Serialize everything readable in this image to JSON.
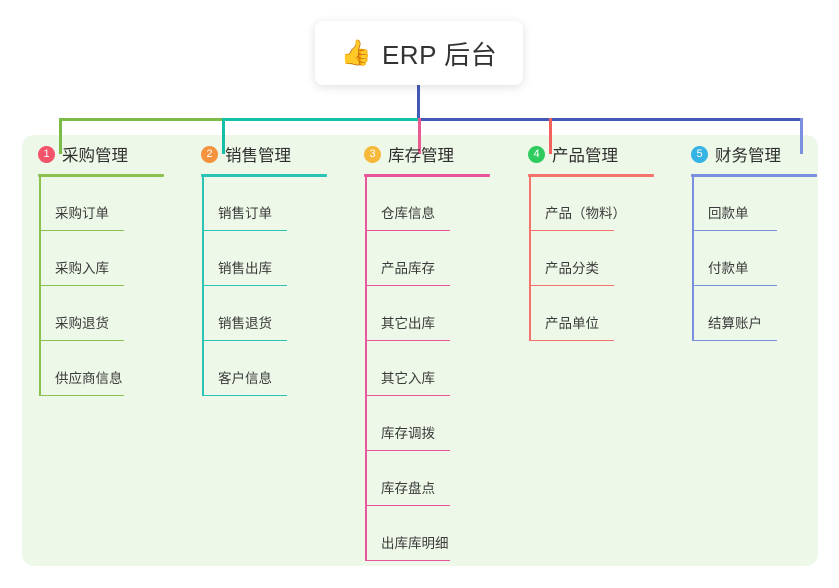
{
  "page": {
    "background_color": "#ffffff",
    "panel_color": "#eef8e8"
  },
  "title": {
    "icon": "thumbs-up-icon",
    "icon_glyph": "👍",
    "text": "ERP 后台"
  },
  "connectors": {
    "stem_color": "#4458b8",
    "bar_segments": [
      {
        "name": "green-segment",
        "color": "#7cbb45"
      },
      {
        "name": "teal-segment",
        "color": "#13bfa6"
      },
      {
        "name": "blue-segment",
        "color": "#4458b8"
      }
    ],
    "drops": [
      {
        "name": "drop-col-1",
        "color": "#7cbb45"
      },
      {
        "name": "drop-col-2",
        "color": "#13bfa6"
      },
      {
        "name": "drop-col-3",
        "color": "#ea5b92"
      },
      {
        "name": "drop-col-4",
        "color": "#f4615c"
      },
      {
        "name": "drop-col-5",
        "color": "#7a8fe0"
      }
    ]
  },
  "columns": [
    {
      "number": "1",
      "title": "采购管理",
      "badge_color": "#f4546a",
      "line_color": "#8cc152",
      "items": [
        {
          "label": "采购订单"
        },
        {
          "label": "采购入库"
        },
        {
          "label": "采购退货"
        },
        {
          "label": "供应商信息"
        }
      ]
    },
    {
      "number": "2",
      "title": "销售管理",
      "badge_color": "#f5923e",
      "line_color": "#2bc4b4",
      "items": [
        {
          "label": "销售订单"
        },
        {
          "label": "销售出库"
        },
        {
          "label": "销售退货"
        },
        {
          "label": "客户信息"
        }
      ]
    },
    {
      "number": "3",
      "title": "库存管理",
      "badge_color": "#f6b93b",
      "line_color": "#e8559a",
      "items": [
        {
          "label": "仓库信息"
        },
        {
          "label": "产品库存"
        },
        {
          "label": "其它出库"
        },
        {
          "label": "其它入库"
        },
        {
          "label": "库存调拨"
        },
        {
          "label": "库存盘点"
        },
        {
          "label": "出库库明细"
        }
      ]
    },
    {
      "number": "4",
      "title": "产品管理",
      "badge_color": "#2ecc5e",
      "line_color": "#f4736c",
      "items": [
        {
          "label": "产品（物料）"
        },
        {
          "label": "产品分类"
        },
        {
          "label": "产品单位"
        }
      ]
    },
    {
      "number": "5",
      "title": "财务管理",
      "badge_color": "#34b3e4",
      "line_color": "#7a8fe0",
      "items": [
        {
          "label": "回款单"
        },
        {
          "label": "付款单"
        },
        {
          "label": "结算账户"
        }
      ]
    }
  ]
}
